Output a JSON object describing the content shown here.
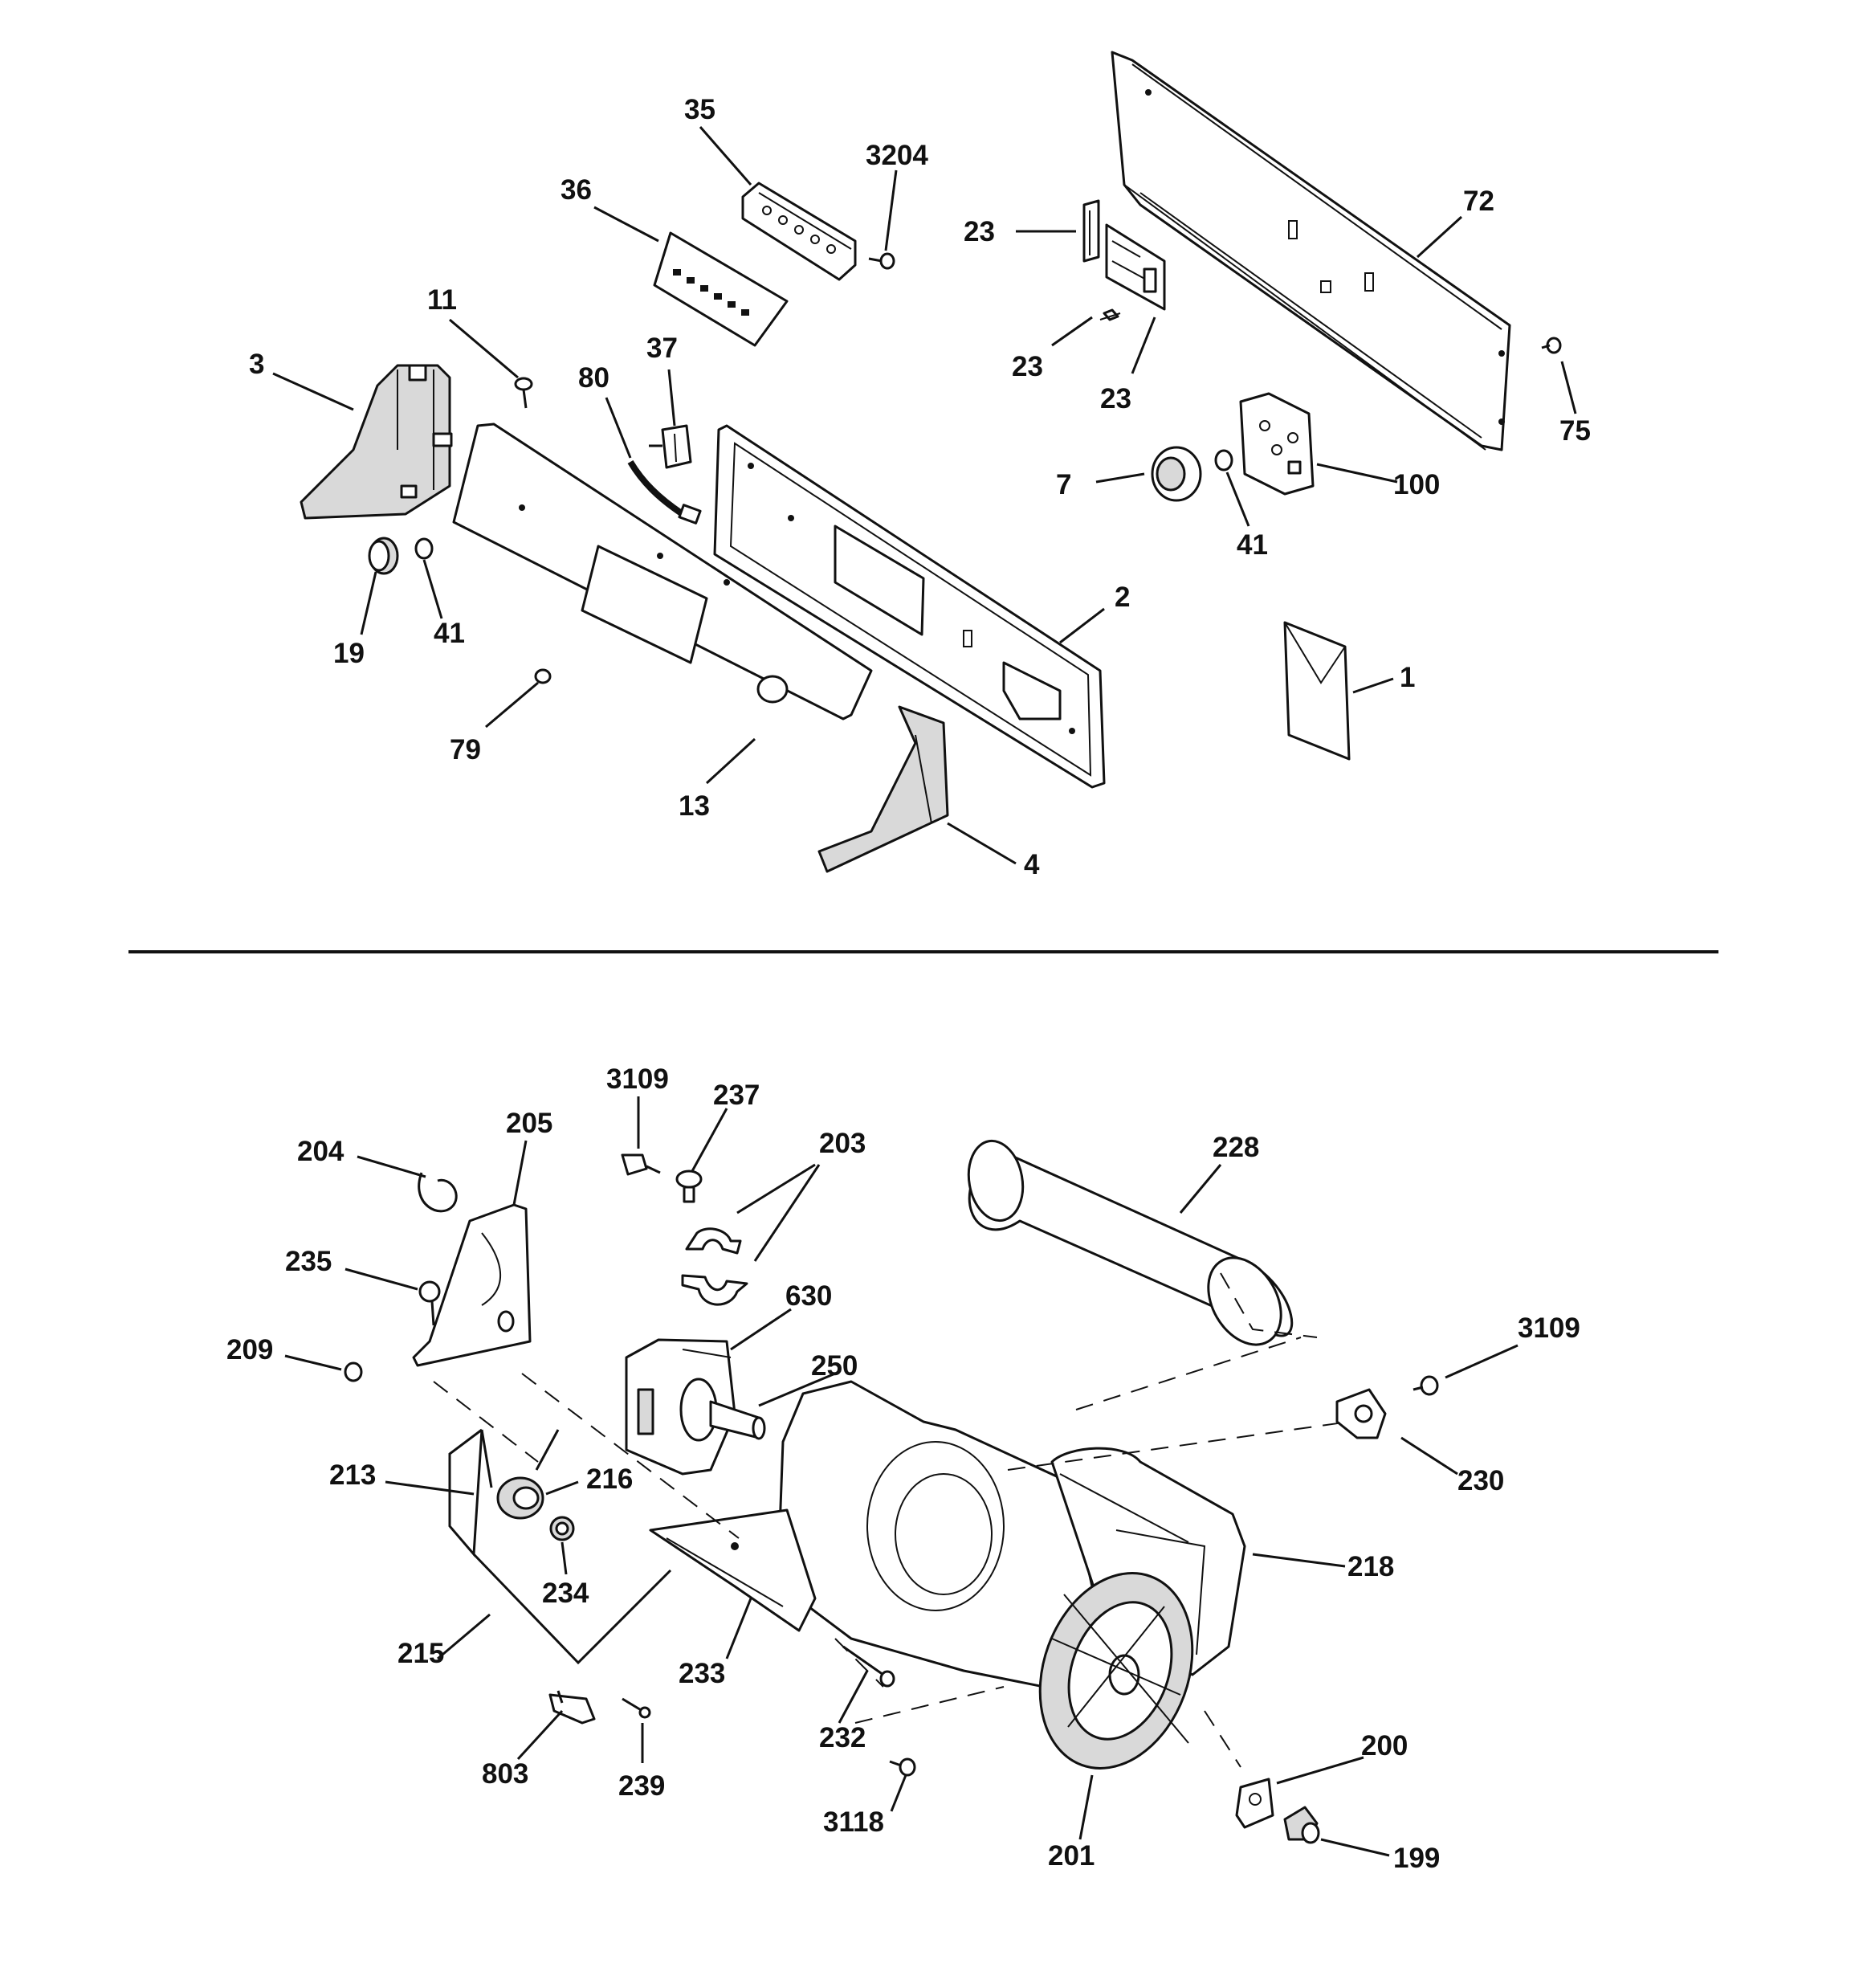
{
  "top_section": {
    "callouts": [
      "35",
      "3204",
      "36",
      "72",
      "23",
      "23",
      "23",
      "11",
      "37",
      "3",
      "80",
      "75",
      "7",
      "100",
      "41",
      "41",
      "19",
      "2",
      "1",
      "79",
      "13",
      "4"
    ]
  },
  "bottom_section": {
    "callouts": [
      "3109",
      "237",
      "203",
      "228",
      "205",
      "204",
      "235",
      "630",
      "209",
      "250",
      "3109",
      "213",
      "216",
      "230",
      "218",
      "234",
      "215",
      "233",
      "232",
      "200",
      "803",
      "239",
      "3118",
      "201",
      "199"
    ]
  },
  "colors": {
    "line": "#111111",
    "background": "#ffffff",
    "shade": "#d9d9d9"
  }
}
